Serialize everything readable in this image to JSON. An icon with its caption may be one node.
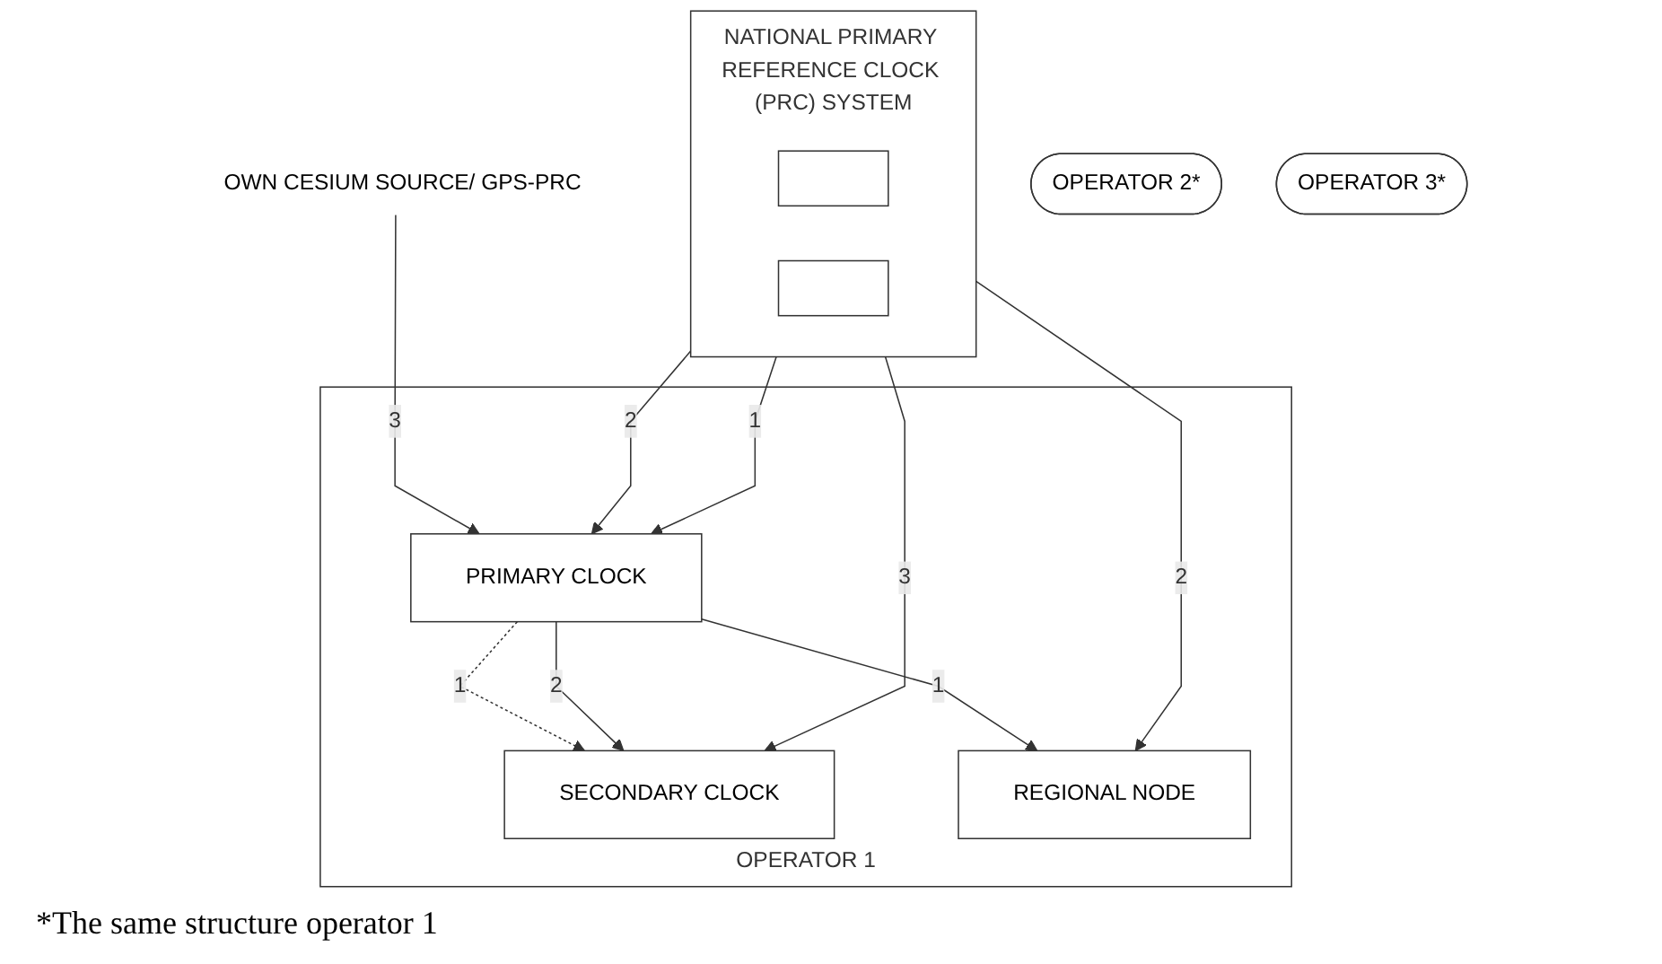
{
  "diagram": {
    "caption": "*The same structure operator 1",
    "nodes": [
      {
        "text": [
          "NATIONAL PRIMARY REFERENCE CLOCK (PRC) SYSTEM"
        ]
      },
      {
        "text": [],
        "shape": "box",
        "in": 0
      },
      {
        "text": [],
        "shape": "box",
        "in": 0
      },
      {
        "text": [
          "OWN CESIUM SOURCE/ GPS-PRC"
        ]
      },
      {
        "text": [
          "OPERATOR 1"
        ]
      },
      {
        "text": [
          "OPERATOR 2*"
        ]
      },
      {
        "text": [
          "OPERATOR 3*"
        ]
      },
      {
        "text": [
          "SECONDARY CLOCK"
        ],
        "in": 4
      },
      {
        "text": [
          "PRIMARY CLOCK"
        ],
        "in": 4
      },
      {
        "text": [
          "REGIONAL NODE"
        ],
        "in": 4
      }
    ],
    "edges": [
      {
        "from": 0,
        "to": 7,
        "arrow": "to",
        "label": "3"
      },
      {
        "from": 0,
        "to": 8,
        "arrow": "to",
        "label": "2"
      },
      {
        "from": 0,
        "to": 8,
        "arrow": "to",
        "label": "1"
      },
      {
        "from": 3,
        "to": 8,
        "arrow": "to",
        "label": "3"
      },
      {
        "from": 8,
        "to": 7,
        "arrow": "to",
        "label": "1",
        "style": "dashed"
      },
      {
        "from": 8,
        "to": 7,
        "arrow": "to",
        "label": "2"
      },
      {
        "from": 8,
        "to": 9,
        "arrow": "to",
        "label": "1"
      },
      {
        "from": 0,
        "to": 9,
        "arrow": "to",
        "label": "2"
      }
    ]
  }
}
